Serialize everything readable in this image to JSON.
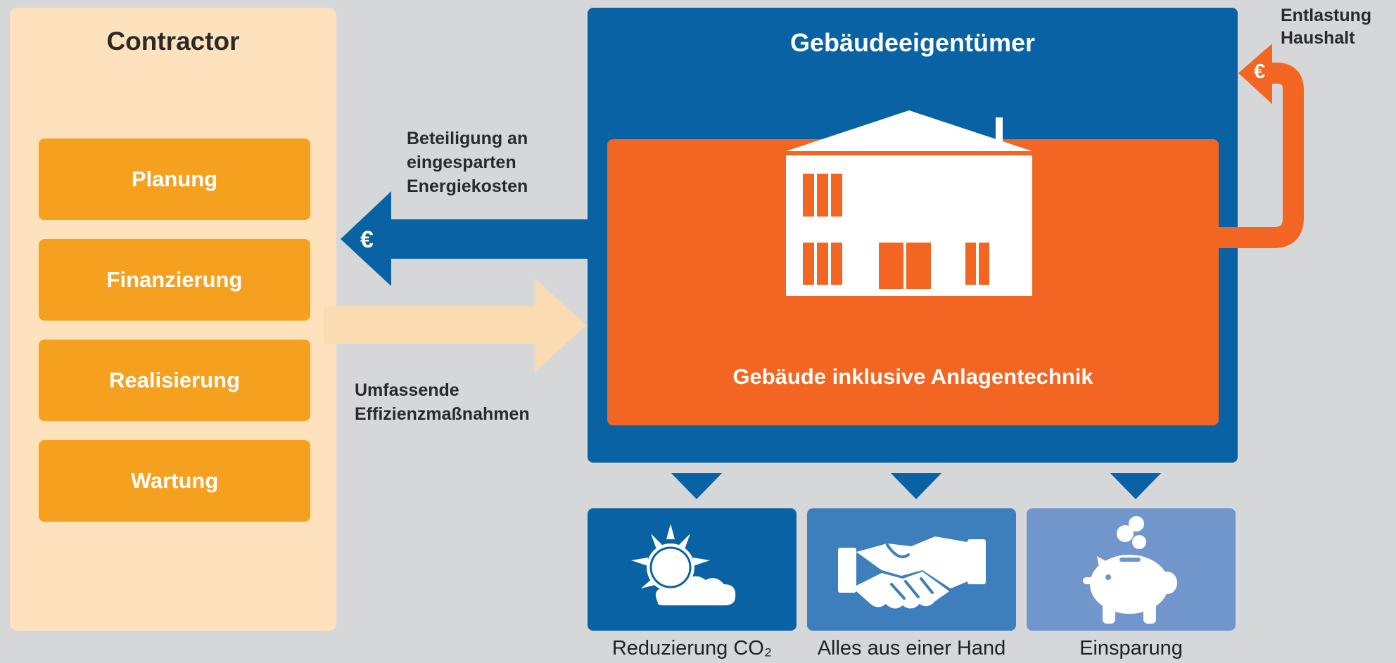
{
  "contractor": {
    "title": "Contractor",
    "services": [
      "Planung",
      "Finanzierung",
      "Realisierung",
      "Wartung"
    ]
  },
  "owner": {
    "title": "Gebäudeeigentümer",
    "building_label": "Gebäude inklusive Anlagentechnik"
  },
  "flows": {
    "to_contractor_label_lines": [
      "Beteiligung an",
      "eingesparten",
      "Energiekosten"
    ],
    "to_owner_label_lines": [
      "Umfassende",
      "Effizienzmaßnahmen"
    ],
    "household_label_lines": [
      "Entlastung",
      "Haushalt"
    ],
    "currency_symbol": "€"
  },
  "benefits": [
    {
      "label": "Reduzierung CO₂",
      "icon": "sun-cloud-icon",
      "color": "#0862a3"
    },
    {
      "label": "Alles aus einer Hand",
      "icon": "handshake-icon",
      "color": "#3d7fbd"
    },
    {
      "label": "Einsparung",
      "icon": "piggy-bank-icon",
      "color": "#7196cc"
    }
  ],
  "colors": {
    "background": "#d6d7d9",
    "contractor_panel": "#fde2bd",
    "service_box": "#f6a01f",
    "owner_panel": "#0862a3",
    "building_panel": "#f26522",
    "efficiency_arrow": "#fbdcb2"
  }
}
